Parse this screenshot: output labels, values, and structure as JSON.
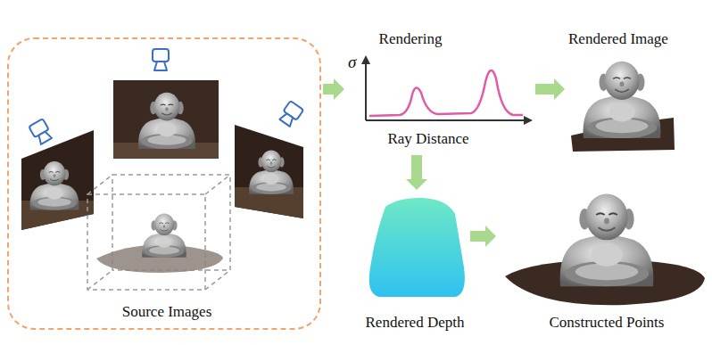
{
  "diagram": {
    "nodes": [
      {
        "text": [
          "Source Images"
        ]
      },
      {
        "text": [
          "Rendering",
          "σ",
          "Ray Distance"
        ]
      },
      {
        "text": [
          "Rendered Image"
        ]
      },
      {
        "text": [
          "Rendered Depth"
        ]
      },
      {
        "text": [
          "Constructed Points"
        ]
      }
    ],
    "edges": [
      {
        "from": 0,
        "to": 1,
        "arrow": "to"
      },
      {
        "from": 1,
        "to": 2,
        "arrow": "to"
      },
      {
        "from": 1,
        "to": 3,
        "arrow": "to"
      },
      {
        "from": 3,
        "to": 4,
        "arrow": "to"
      }
    ]
  }
}
